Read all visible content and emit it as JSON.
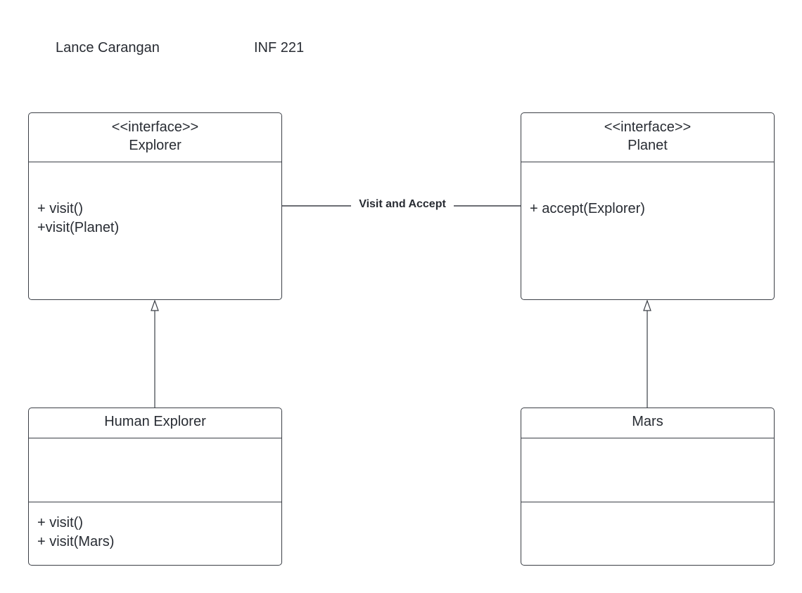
{
  "header": {
    "author": "Lance Carangan",
    "course": "INF 221"
  },
  "classes": {
    "explorer": {
      "stereotype": "<<interface>>",
      "name": "Explorer",
      "methods": [
        "+ visit()",
        "+visit(Planet)"
      ]
    },
    "planet": {
      "stereotype": "<<interface>>",
      "name": "Planet",
      "methods": [
        "+ accept(Explorer)"
      ]
    },
    "human_explorer": {
      "name": "Human Explorer",
      "attributes": [],
      "methods": [
        "+ visit()",
        "+ visit(Mars)"
      ]
    },
    "mars": {
      "name": "Mars",
      "attributes": [],
      "methods": []
    }
  },
  "relationships": {
    "association_label": "Visit and Accept"
  },
  "colors": {
    "line": "#3b3f46",
    "text": "#282c33",
    "background": "#ffffff"
  }
}
